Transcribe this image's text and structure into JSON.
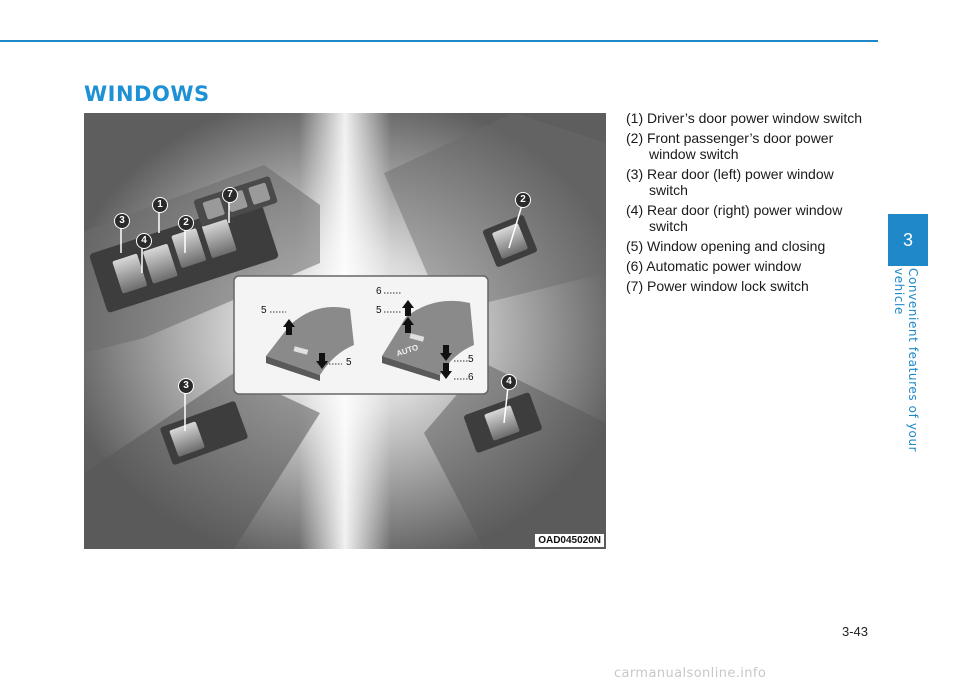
{
  "header": {
    "section_title": "WINDOWS"
  },
  "figure": {
    "code": "OAD045020N",
    "callouts": [
      "1",
      "2",
      "3",
      "4",
      "7",
      "2",
      "3",
      "4"
    ],
    "inset_labels": {
      "opening_closing": "5",
      "automatic": "6",
      "auto_text": "AUTO"
    }
  },
  "legend": [
    "(1) Driver’s door power window switch",
    "(2) Front passenger’s door power window switch",
    "(3) Rear door (left) power window switch",
    "(4) Rear door (right) power window switch",
    "(5) Window opening and closing",
    "(6) Automatic power window",
    "(7) Power window lock switch"
  ],
  "sidebar": {
    "chapter_number": "3",
    "chapter_title": "Convenient features of your vehicle"
  },
  "footer": {
    "page_number": "3-43",
    "watermark": "carmanualsonline.info"
  },
  "colors": {
    "accent": "#1e88c8",
    "title": "#1e90d6"
  }
}
